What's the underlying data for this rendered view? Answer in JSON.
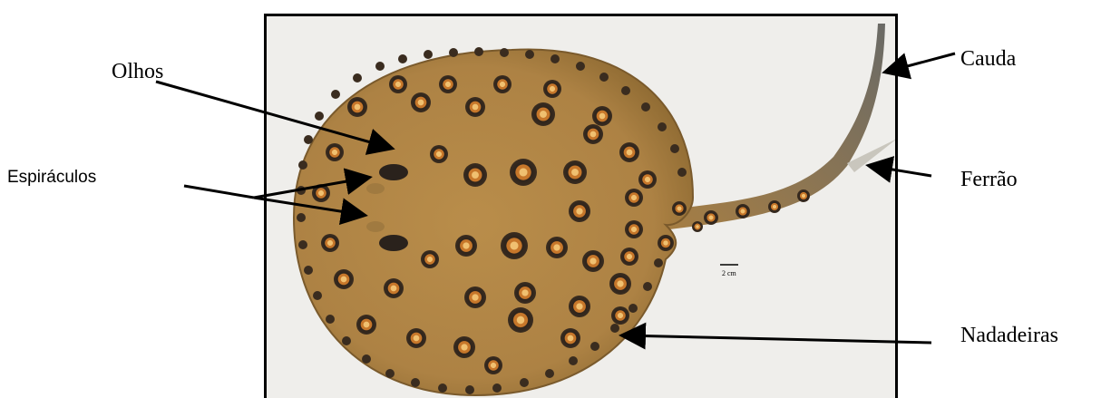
{
  "labels": {
    "olhos": "Olhos",
    "espiraculos": "Espiráculos",
    "cauda": "Cauda",
    "ferrao": "Ferrão",
    "nadadeiras": "Nadadeiras"
  },
  "scale_bar": "2 cm",
  "colors": {
    "body": "#b58a48",
    "body_edge": "#8e6a32",
    "spot_dark": "#2e241c",
    "spot_ring": "#c7772a",
    "background": "#efeeeb",
    "frame": "#000000"
  },
  "icons": {
    "stingray": "ocellate-river-stingray-photo"
  }
}
